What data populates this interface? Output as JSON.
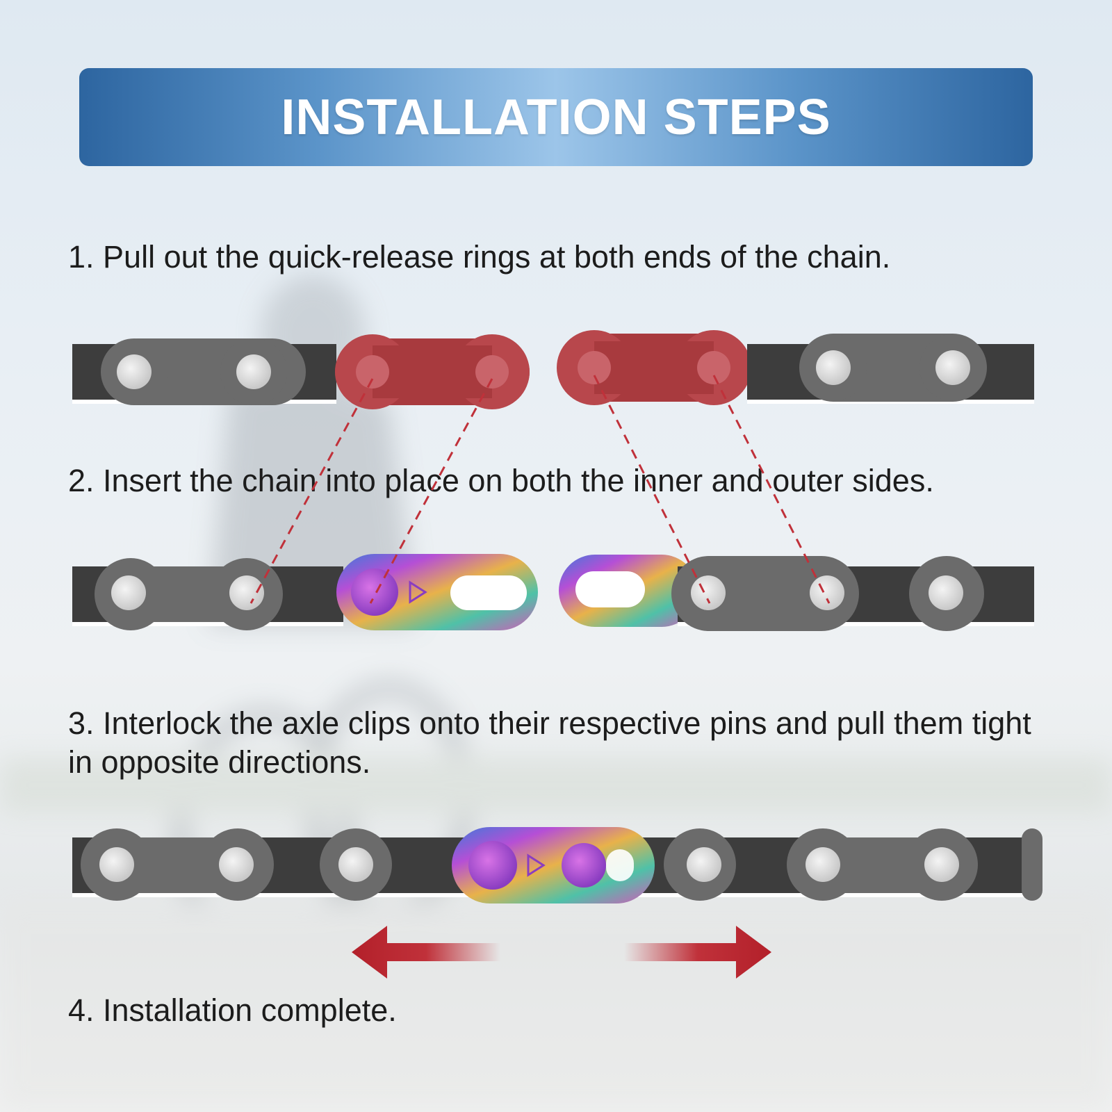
{
  "header": {
    "title": "INSTALLATION STEPS"
  },
  "steps": [
    {
      "text": "1. Pull out the quick-release rings at both ends of the chain."
    },
    {
      "text": "2. Insert the chain into place on both the inner and outer sides."
    },
    {
      "text": "3. Interlock the axle clips onto their respective pins and pull them tight in opposite directions."
    },
    {
      "text": "4. Installation complete."
    }
  ],
  "colors": {
    "header_dark": "#2d65a0",
    "header_light": "#9cc5e9",
    "chain_plate_dark": "#3d3d3d",
    "chain_roller": "#6b6b6b",
    "quick_link_red": "#a83a3e",
    "arrow_red": "#b3202a",
    "guide_line_red": "#c0313a"
  }
}
